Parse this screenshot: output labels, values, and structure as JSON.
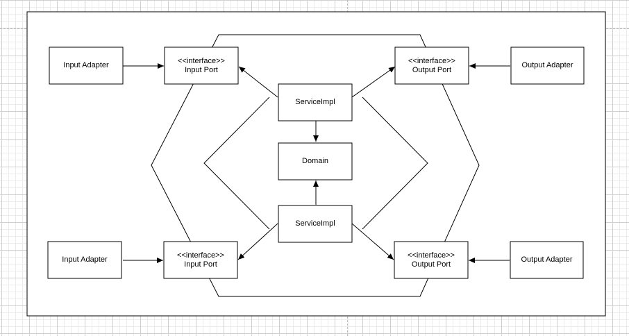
{
  "colors": {
    "stroke": "#000000",
    "fill": "#ffffff",
    "grid": "#d0d0d0"
  },
  "nodes": {
    "input_adapter_top": "Input Adapter",
    "input_port_top": {
      "stereotype": "<<interface>>",
      "name": "Input Port"
    },
    "service_impl_top": "ServiceImpl",
    "output_port_top": {
      "stereotype": "<<interface>>",
      "name": "Output Port"
    },
    "output_adapter_top": "Output Adapter",
    "domain": "Domain",
    "service_impl_bottom": "ServiceImpl",
    "input_adapter_bottom": "Input Adapter",
    "input_port_bottom": {
      "stereotype": "<<interface>>",
      "name": "Input Port"
    },
    "output_port_bottom": {
      "stereotype": "<<interface>>",
      "name": "Output Port"
    },
    "output_adapter_bottom": "Output Adapter"
  }
}
